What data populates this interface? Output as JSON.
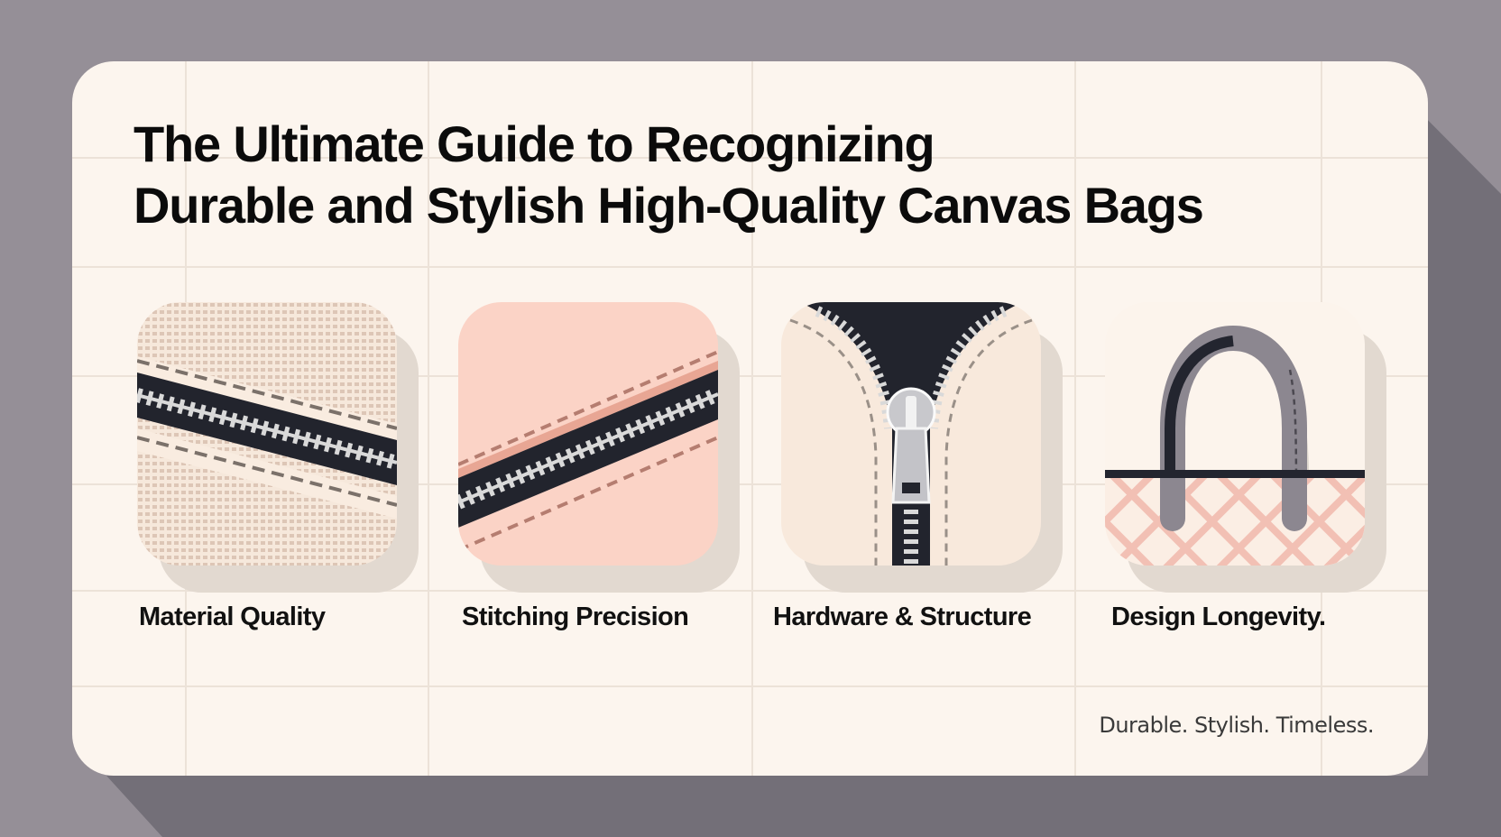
{
  "colors": {
    "background": "#958f97",
    "shadow": "#736f78",
    "card": "#fcf5ee",
    "grid": "#ece2d8",
    "title_text": "#0b0b0b",
    "zipper_tape": "#23252f",
    "zipper_teeth": "#d9d9d9",
    "canvas_beige": "#f3e4d6",
    "blush_pink": "#fbd3c6",
    "cream": "#f8e9dc",
    "handle_gray": "#8c8790",
    "lattice_pink": "#f2c0b4"
  },
  "title": {
    "line1": "The Ultimate Guide to Recognizing",
    "line2": "Durable and Stylish High-Quality Canvas Bags"
  },
  "features": [
    {
      "label": "Material Quality",
      "icon": "canvas-zipper-icon"
    },
    {
      "label": "Stitching Precision",
      "icon": "stitched-zipper-icon"
    },
    {
      "label": "Hardware & Structure",
      "icon": "zipper-pull-icon"
    },
    {
      "label": "Design Longevity.",
      "icon": "tote-bag-icon"
    }
  ],
  "tagline": "Durable. Stylish. Timeless."
}
